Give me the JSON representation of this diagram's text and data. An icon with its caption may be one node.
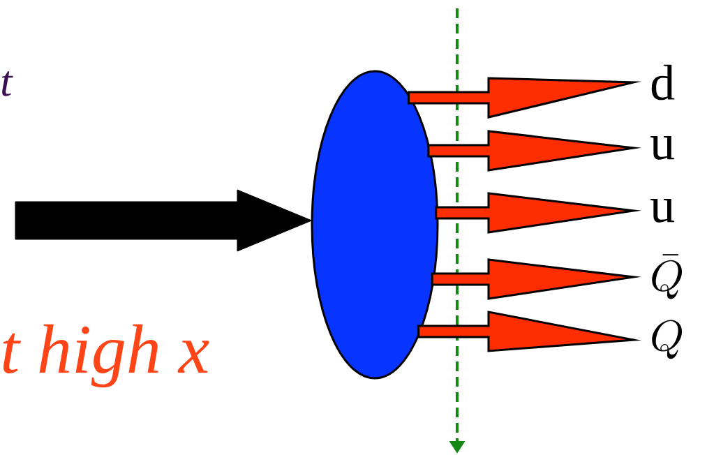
{
  "diagram": {
    "nodes": [
      {
        "text": [],
        "shape": "ellipse"
      },
      {
        "text": [
          "d"
        ]
      },
      {
        "text": [
          "u"
        ]
      },
      {
        "text": [
          "u"
        ]
      },
      {
        "text": [
          "\\bar{Q}"
        ]
      },
      {
        "text": [
          "Q"
        ]
      }
    ],
    "edges": [
      {
        "from": null,
        "to": 0,
        "arrow": "to",
        "style": "thick",
        "color": "#000000"
      },
      {
        "from": 0,
        "to": 1,
        "arrow": "to"
      },
      {
        "from": 0,
        "to": 2,
        "arrow": "to"
      },
      {
        "from": 0,
        "to": 3,
        "arrow": "to"
      },
      {
        "from": 0,
        "to": 4,
        "arrow": "to"
      },
      {
        "from": 0,
        "to": 5,
        "arrow": "to"
      }
    ],
    "labels": [
      "t",
      "t high x"
    ]
  }
}
